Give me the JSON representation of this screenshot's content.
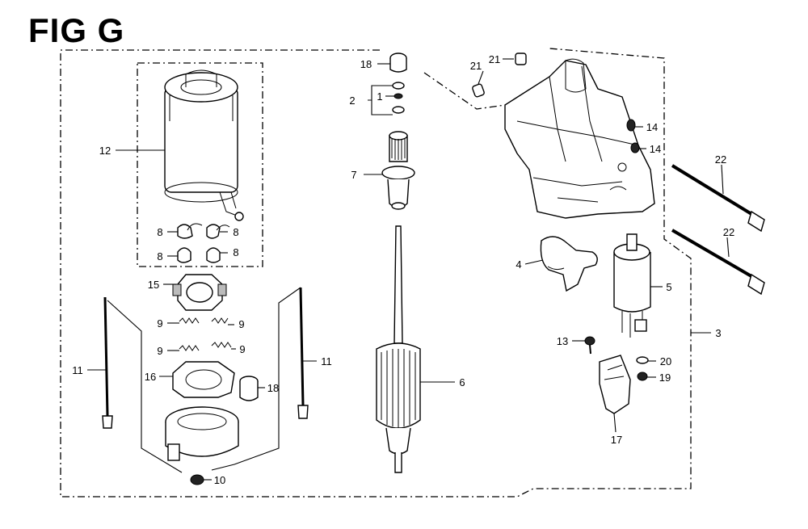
{
  "figure": {
    "title": "FIG G"
  },
  "callouts": [
    {
      "id": "c-1",
      "label": "1"
    },
    {
      "id": "c-2",
      "label": "2"
    },
    {
      "id": "c-3",
      "label": "3"
    },
    {
      "id": "c-4",
      "label": "4"
    },
    {
      "id": "c-5",
      "label": "5"
    },
    {
      "id": "c-6",
      "label": "6"
    },
    {
      "id": "c-7",
      "label": "7"
    },
    {
      "id": "c-8a",
      "label": "8"
    },
    {
      "id": "c-8b",
      "label": "8"
    },
    {
      "id": "c-8c",
      "label": "8"
    },
    {
      "id": "c-8d",
      "label": "8"
    },
    {
      "id": "c-9a",
      "label": "9"
    },
    {
      "id": "c-9b",
      "label": "9"
    },
    {
      "id": "c-9c",
      "label": "9"
    },
    {
      "id": "c-9d",
      "label": "9"
    },
    {
      "id": "c-10",
      "label": "10"
    },
    {
      "id": "c-11a",
      "label": "11"
    },
    {
      "id": "c-11b",
      "label": "11"
    },
    {
      "id": "c-12",
      "label": "12"
    },
    {
      "id": "c-13",
      "label": "13"
    },
    {
      "id": "c-14a",
      "label": "14"
    },
    {
      "id": "c-14b",
      "label": "14"
    },
    {
      "id": "c-15",
      "label": "15"
    },
    {
      "id": "c-16",
      "label": "16"
    },
    {
      "id": "c-17",
      "label": "17"
    },
    {
      "id": "c-18a",
      "label": "18"
    },
    {
      "id": "c-18b",
      "label": "18"
    },
    {
      "id": "c-19",
      "label": "19"
    },
    {
      "id": "c-20",
      "label": "20"
    },
    {
      "id": "c-21a",
      "label": "21"
    },
    {
      "id": "c-21b",
      "label": "21"
    },
    {
      "id": "c-22a",
      "label": "22"
    },
    {
      "id": "c-22b",
      "label": "22"
    }
  ]
}
